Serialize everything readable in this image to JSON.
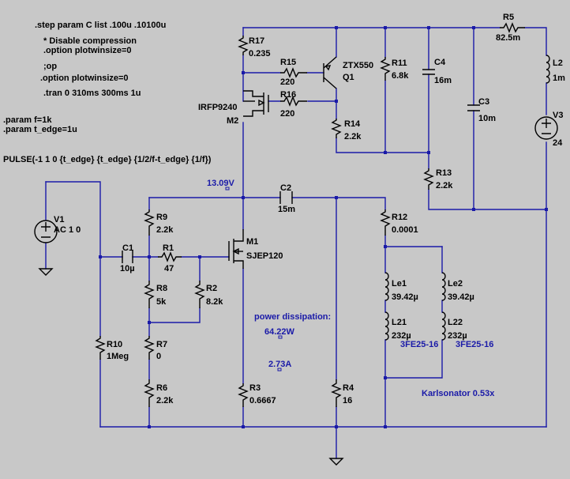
{
  "directives": {
    "step": ".step param C list .100u .10100u",
    "disable_comment": "* Disable compression",
    "plotwinsize1": ".option plotwinsize=0",
    "op_comment": ";op",
    "plotwinsize2": ".option plotwinsize=0",
    "tran": ".tran 0 310ms 300ms 1u",
    "param_f": ".param f=1k",
    "param_tedge": ".param t_edge=1u",
    "pulse": "PULSE(-1 1 0 {t_edge} {t_edge} {1/2/f-t_edge} {1/f})"
  },
  "components": {
    "R17": {
      "name": "R17",
      "value": "0.235"
    },
    "R15": {
      "name": "R15",
      "value": "220"
    },
    "Q1": {
      "name": "Q1",
      "model": "ZTX550"
    },
    "R11": {
      "name": "R11",
      "value": "6.8k"
    },
    "C4": {
      "name": "C4",
      "value": "16m"
    },
    "R5": {
      "name": "R5",
      "value": "82.5m"
    },
    "L2": {
      "name": "L2",
      "value": "1m"
    },
    "M2": {
      "name": "M2",
      "model": "IRFP9240"
    },
    "R16": {
      "name": "R16",
      "value": "220"
    },
    "R14": {
      "name": "R14",
      "value": "2.2k"
    },
    "C3": {
      "name": "C3",
      "value": "10m"
    },
    "V3": {
      "name": "V3",
      "value": "24"
    },
    "R13": {
      "name": "R13",
      "value": "2.2k"
    },
    "C2": {
      "name": "C2",
      "value": "15m"
    },
    "V1": {
      "name": "V1",
      "value": "AC 1 0"
    },
    "R9": {
      "name": "R9",
      "value": "2.2k"
    },
    "M1": {
      "name": "M1",
      "model": "SJEP120"
    },
    "R12": {
      "name": "R12",
      "value": "0.0001"
    },
    "C1": {
      "name": "C1",
      "value": "10µ"
    },
    "R1": {
      "name": "R1",
      "value": "47"
    },
    "R8": {
      "name": "R8",
      "value": "5k"
    },
    "R2": {
      "name": "R2",
      "value": "8.2k"
    },
    "Le1": {
      "name": "Le1",
      "value": "39.42µ"
    },
    "Le2": {
      "name": "Le2",
      "value": "39.42µ"
    },
    "L21": {
      "name": "L21",
      "value": "232µ"
    },
    "L22": {
      "name": "L22",
      "value": "232µ"
    },
    "core1": "3FE25-16",
    "core2": "3FE25-16",
    "R10": {
      "name": "R10",
      "value": "1Meg"
    },
    "R7": {
      "name": "R7",
      "value": "0"
    },
    "R6": {
      "name": "R6",
      "value": "2.2k"
    },
    "R3": {
      "name": "R3",
      "value": "0.6667"
    },
    "R4": {
      "name": "R4",
      "value": "16"
    }
  },
  "annotations": {
    "node_voltage": "13.09V",
    "power_label": "power dissipation:",
    "power_value": "64.22W",
    "current_value": "2.73A",
    "karlsonator": "Karlsonator 0.53x"
  },
  "colors": {
    "background": "#c8c8c8",
    "wire": "#1a1aa8",
    "component": "#000000"
  }
}
